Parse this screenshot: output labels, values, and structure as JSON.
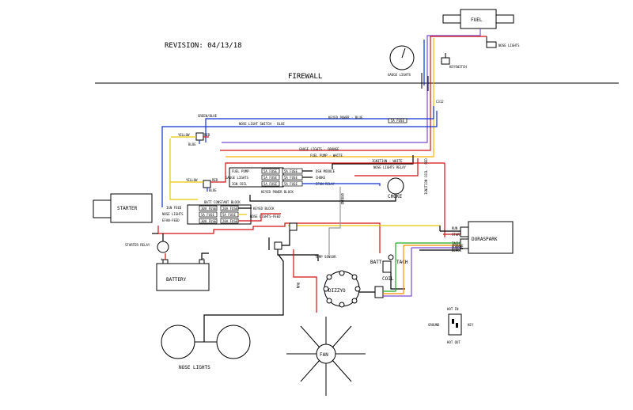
{
  "revision": "REVISION: 04/13/18",
  "firewall": "FIREWALL",
  "fuel": "FUEL",
  "nose_lights_top": "NOSE LIGHTS",
  "gauge_lights": "GAUGE LIGHTS",
  "keyswitch": "KEYSWITCH",
  "c312": "C312",
  "fuel_box": "5A FUSE",
  "green_blue": "GREEN/BLUE",
  "keyed_power_blue": "KEYED POWER - BLUE",
  "nose_light_switch_blue": "NOSE LIGHT SWITCH - BLUE",
  "yellow_1": "YELLOW",
  "red_1": "RED",
  "blue_1": "BLUE",
  "gauge_lights_orange": "GAUGE LIGHTS - ORANGE",
  "fuel_pump_white": "FUEL PUMP - WHITE",
  "ignition_white": "IGNITION - WHITE",
  "nose_lights_relay": "NOSE LIGHTS RELAY",
  "kp_rows": [
    {
      "label": "FUEL PUMP",
      "fuse_a": "5A FUSE",
      "fuse_b": "5A FUSE",
      "right": "DSH MODULE"
    },
    {
      "label": "GAUGE LIGHTS",
      "fuse_a": "5A FUSE",
      "fuse_b": "5A FUSE",
      "right": "CHOKE"
    },
    {
      "label": "IGN COIL",
      "fuse_a": "5A FUSE",
      "fuse_b": "5A FUSE",
      "right": "EFAN RELAY"
    }
  ],
  "keyed_power_block": "KEYED POWER BLOCK",
  "yellow_2": "YELLOW",
  "red_2": "RED",
  "blue_2": "BLUE",
  "choke": "CHOKE",
  "starter": "STARTER",
  "batt_constant_block": "BATT CONSTANT BLOCK",
  "bc_rows": [
    {
      "label": "IGN FEED",
      "fuse_a": "30A FUSE",
      "fuse_b": "20A FUSE",
      "right": "KEYED BLOCK"
    },
    {
      "label": "NOSE LIGHTS",
      "fuse_a": "5A FUSE",
      "fuse_b": "5A FUSE",
      "right": ""
    },
    {
      "label": "EFAN-FEED",
      "fuse_a": "30A FUSE",
      "fuse_b": "20A FUSE",
      "right": "NOSE LIGHTS-FEED"
    }
  ],
  "ignition_coil_red": "IGNITION COIL - RED",
  "run": "RUN",
  "start": "START",
  "duraspark": "DURASPARK",
  "ds_wires": [
    "TACH",
    "ORANGE",
    "PURPLE",
    "BLACK"
  ],
  "starter_relay": "STARTER RELAY",
  "battery": "BATTERY",
  "batt": "BATT",
  "tach": "TACH",
  "coil": "COIL",
  "temp_sensor": "TEMP SENSOR",
  "ground_label": "GROUND",
  "dizzyo": "DIZZYO",
  "hot_in": "HOT IN",
  "ground": "GROUND",
  "key": "KEY",
  "hot_out": "HOT OUT",
  "fan": "FAN",
  "nose_lights": "NOSE LIGHTS",
  "plus": "+",
  "minus": "-"
}
